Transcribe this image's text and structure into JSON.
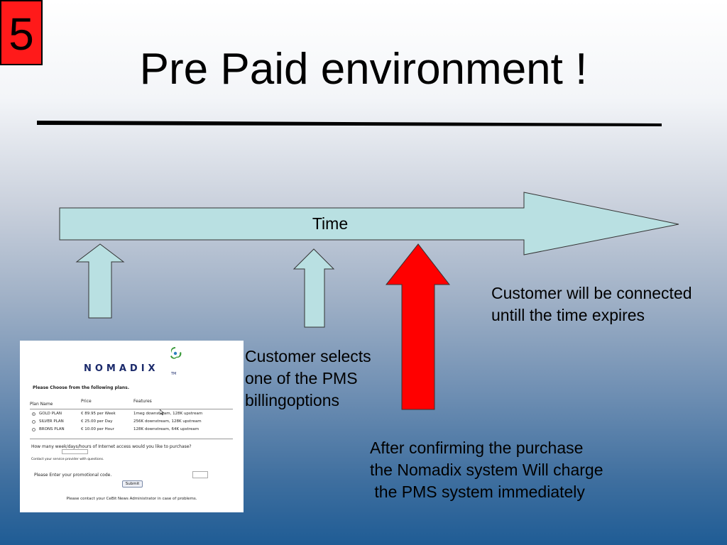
{
  "slide": {
    "number": "5",
    "title": "Pre Paid environment !",
    "colors": {
      "number_badge": "#ff1a1a",
      "arrow_fill": "#b9e0e2",
      "purchase_arrow": "#ff0000"
    }
  },
  "diagram": {
    "timeline_label": "Time",
    "callouts": {
      "connected": "Customer will be connected\nuntill the time expires",
      "selects": "Customer selects\none of the PMS\nbillingoptions",
      "confirm": "After confirming the purchase\nthe Nomadix system Will charge\n the PMS system immediately"
    }
  },
  "form": {
    "logo": "NOMADIX",
    "logo_tm": "TM",
    "heading": "Please Choose from the following plans.",
    "columns": [
      "Plan Name",
      "Price",
      "Features"
    ],
    "plans": [
      {
        "name": "GOLD PLAN",
        "price": "€ 89.95 per Week",
        "features": "1meg downstream, 128K upstream",
        "selected": true
      },
      {
        "name": "SILVER PLAN",
        "price": "€ 25.00 per Day",
        "features": "256K downstream, 128K upstream",
        "selected": false
      },
      {
        "name": "BRONS PLAN",
        "price": "€ 10.00 per Hour",
        "features": "128K downstream, 64K upstream",
        "selected": false
      }
    ],
    "quantity_question": "How many week/days/hours of Internet access would you like to purchase?",
    "quantity_note": "Contact your service provider with questions.",
    "promo_label": "Please Enter your promotional code.",
    "submit_label": "Submit",
    "contact_text": "Please contact your CeBit News Administrator in case of problems."
  }
}
